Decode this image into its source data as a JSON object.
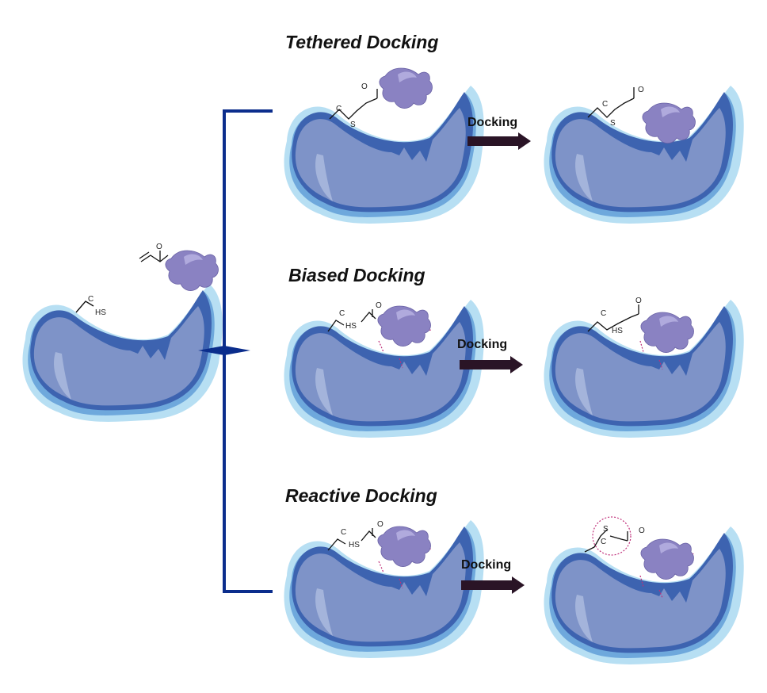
{
  "headings": {
    "tethered": "Tethered Docking",
    "biased": "Biased Docking",
    "reactive": "Reactive Docking"
  },
  "arrow_labels": {
    "tethered": "Docking",
    "biased": "Docking",
    "reactive": "Docking"
  },
  "atoms": {
    "carbon": "C",
    "sulfur": "S",
    "thiol": "HS",
    "oxygen": "O"
  },
  "colors": {
    "protein_halo": "#b7dff3",
    "protein_mid": "#6ea8dc",
    "protein_rim": "#3d63b0",
    "protein_body": "#7e93c8",
    "ligand": "#8a82c2",
    "bracket": "#0b2d8c",
    "arrow": "#2a1426",
    "interaction": "#c0307a"
  }
}
